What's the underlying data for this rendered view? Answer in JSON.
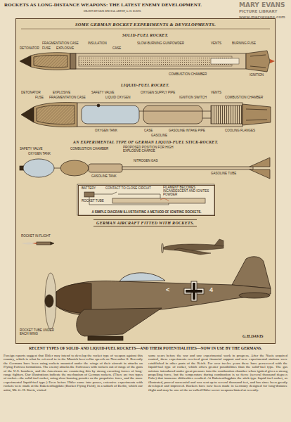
{
  "diagram": {
    "title": "ROCKETS AS LONG-DISTANCE WEAPONS: THE LATEST ENEMY DEVELOPMENT.",
    "caption": "RECENT TYPES OF SOLID- AND LIQUID-FUEL ROCKETS—AND THEIR POTENTIALITIES—NOW IN USE BY THE GERMANS.",
    "nodes": [
      {
        "text": [
          "SOME GERMAN ROCKET EXPERIMENTS & DEVELOPMENTS."
        ]
      },
      {
        "text": [
          "A SIMPLE DIAGRAM ILLUSTRATING A METHOD OF IGNITING ROCKETS."
        ],
        "in": 0
      },
      {
        "text": [
          "GERMAN AIRCRAFT FITTED WITH ROCKETS."
        ],
        "in": 0
      }
    ],
    "labels": [
      "MARY EVANS",
      "PICTURE LIBRARY",
      "www.maryevans.com",
      "DRAWN BY OUR SPECIAL ARTIST, G. H. DAVIS.",
      "SOLID-FUEL ROCKET.",
      "DETONATOR",
      "FUSE",
      "FRAGMENTATION CASE",
      "EXPLOSIVE",
      "INSULATION",
      "CASE",
      "SLOW-BURNING GUNPOWDER",
      "COMBUSTION CHAMBER",
      "VENTS",
      "BURNING FUSE",
      "IGNITION",
      "LIQUID-FUEL ROCKET.",
      "DETONATOR",
      "FUSE",
      "EXPLOSIVE",
      "FRAGMENTATION CASE",
      "SAFETY VALVE",
      "LIQUID OXYGEN",
      "OXYGEN SUPPLY PIPE",
      "IGNITION SWITCH",
      "VENTS",
      "COMBUSTION CHAMBER",
      "OXYGEN TANK",
      "CASE",
      "GASOLINE",
      "GASOLINE INTAKE PIPE",
      "COOLING FLANGES",
      "AN EXPERIMENTAL TYPE OF GERMAN LIQUID-FUEL STICK-ROCKET.",
      "SAFETY VALVE",
      "OXYGEN TANK",
      "PROPOSED POSITION FOR HIGH EXPLOSIVE CHARGE",
      "COMBUSTION CHAMBER",
      "NITROGEN GAS",
      "GASOLINE TANK",
      "GASOLINE TUBE",
      "BATTERY",
      "CONTACT TO CLOSE CIRCUIT",
      "FILAMENT BECOMES INCANDESCENT AND IGNITES POWDER",
      "ROCKET TUBE",
      "ROCKET IN FLIGHT",
      "ROCKET TUBE UNDER EACH WING",
      "<",
      "4",
      "G.H.DAVIS",
      "Foreign reports suggest that Hitler may intend to develop the rocket type of weapon against this country, which is what he referred to in the Munich beer-cellar speech on November 8. Recently the Germans have been using rockets mounted under the wings of their aircraft in attacks on Flying Fortress formations. The enemy attacks the Fortresses with rockets out of range of the guns of the U.S. bombers, and the Americans are countering this by strong escorting forces of long-range fighters. Our illustrations indicate the mechanism of German rockets. (There are two types of rocket—the solid-fuel rocket, using slow-burning powder as the propulsive force, and the more experimental liquid-fuel type.) Even before Hitler came into power, extensive experiments with rockets were made at the Raketenflugplatz (Rocket Flying Field), in a suburb of Berlin, which our artist, Mr. G. H. Davis, visited",
      "some years before the war and saw experimental work in progress. After the Nazis acquired control, these experiments received great financial support and new experimental stations were established in other parts of the Reich. For over twelve years these have persevered with the liquid-fuel type of rocket, which offers greater possibilities than the solid-fuel type. The gas mixture introduced under great pressure into the combustion chamber when ignited gives a strong propelling force, but the temperature during combustion is so fierce (several thousand degrees Fahr.) that immense difficulties resulted. At Raketenflugplatz the stick-type liquid-fuel rocket, as illustrated, proved successful and was sent up to several thousand feet, and has since been greatly developed and improved. Rockets have now been made in Germany designed for long-distance flight and may be one of the so-called Hitler secret weapons hinted at recently."
    ]
  }
}
